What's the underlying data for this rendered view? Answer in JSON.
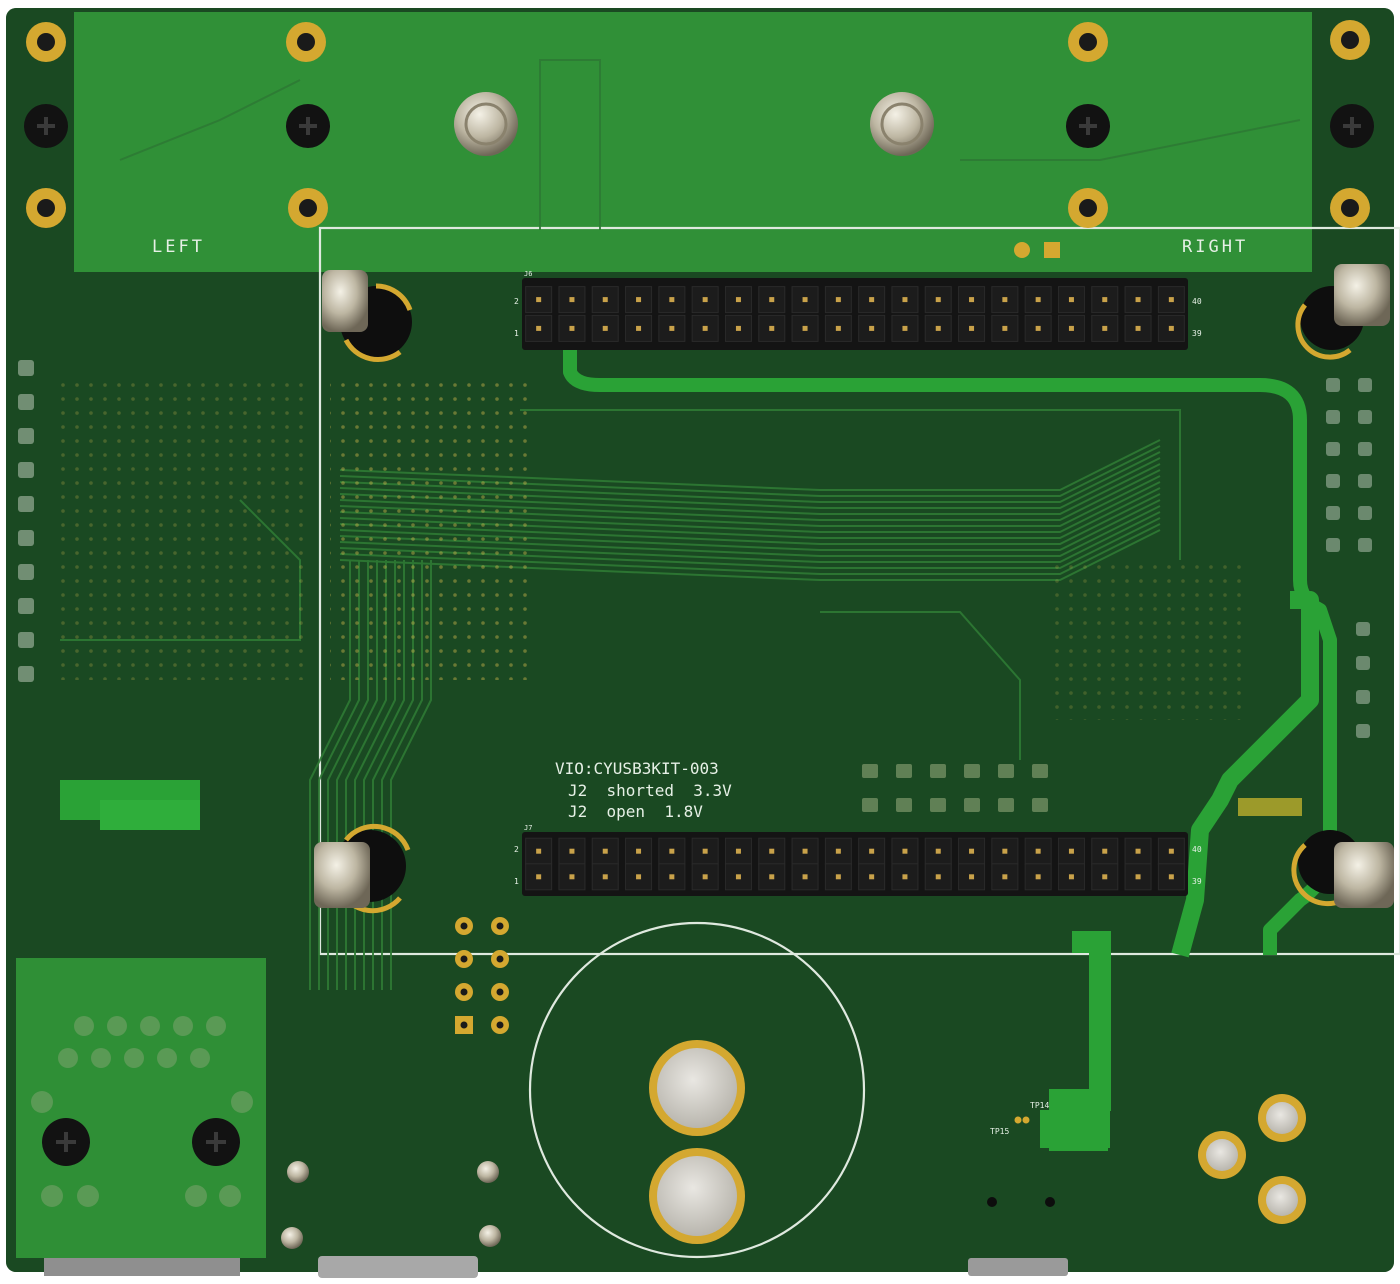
{
  "board": {
    "silkscreen": {
      "left_label": "LEFT",
      "right_label": "RIGHT",
      "j6_label": "J6",
      "j7_label": "J7",
      "j6_pin2": "2",
      "j6_pin1": "1",
      "j6_pin40": "40",
      "j6_pin39": "39",
      "j7_pin2": "2",
      "j7_pin1": "1",
      "j7_pin40": "40",
      "j7_pin39": "39",
      "vio_line1": "VIO:CYUSB3KIT-003",
      "vio_line2": "J2  shorted  3.3V",
      "vio_line3": "J2  open  1.8V",
      "tp14": "TP14",
      "tp15": "TP15"
    },
    "colors": {
      "pcb_dark": "#123d1c",
      "pcb_base": "#1a4a22",
      "pcb_light": "#2f8a35",
      "trace_bright": "#2fa83a",
      "silk_white": "#e6f0e6",
      "gold": "#d4a830",
      "header_black": "#141414"
    },
    "header_pins_per_row": 20
  }
}
